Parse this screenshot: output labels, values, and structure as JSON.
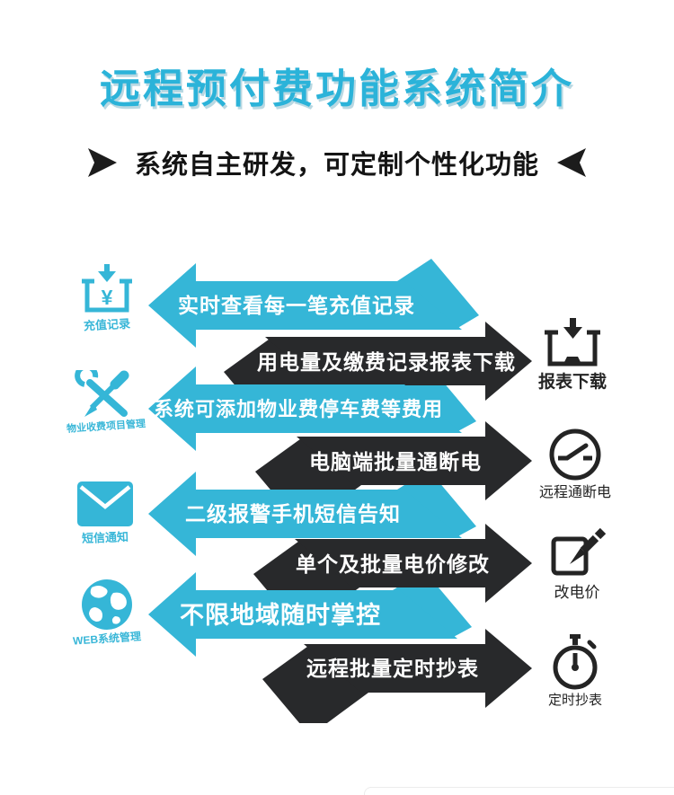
{
  "title": "远程预付费功能系统简介",
  "subtitle": "系统自主研发，可定制个性化功能",
  "colors": {
    "cyan": "#35b6d7",
    "dark": "#28292b",
    "title": "#2bb3d9"
  },
  "arrows": {
    "rows": [
      {
        "direction": "left",
        "color": "cyan",
        "label": "实时查看每一笔充值记录"
      },
      {
        "direction": "right",
        "color": "dark",
        "label": "用电量及缴费记录报表下载"
      },
      {
        "direction": "left",
        "color": "cyan",
        "label": "系统可添加物业费停车费等费用"
      },
      {
        "direction": "right",
        "color": "dark",
        "label": "电脑端批量通断电"
      },
      {
        "direction": "left",
        "color": "cyan",
        "label": "二级报警手机短信告知"
      },
      {
        "direction": "right",
        "color": "dark",
        "label": "单个及批量电价修改"
      },
      {
        "direction": "left",
        "color": "cyan",
        "label": "不限地域随时掌控"
      },
      {
        "direction": "right",
        "color": "dark",
        "label": "远程批量定时抄表"
      }
    ]
  },
  "left_features": [
    {
      "label": "充值记录",
      "icon": "recharge-record-icon"
    },
    {
      "label": "物业收费项目管理",
      "icon": "property-fee-tools-icon"
    },
    {
      "label": "短信通知",
      "icon": "sms-envelope-icon"
    },
    {
      "label": "WEB系统管理",
      "icon": "web-globe-icon"
    }
  ],
  "right_features": [
    {
      "label": "报表下载",
      "icon": "report-download-icon"
    },
    {
      "label": "远程通断电",
      "icon": "remote-switch-icon"
    },
    {
      "label": "改电价",
      "icon": "edit-price-pen-icon"
    },
    {
      "label": "定时抄表",
      "icon": "timer-stopwatch-icon"
    }
  ],
  "currency_symbol": "¥"
}
